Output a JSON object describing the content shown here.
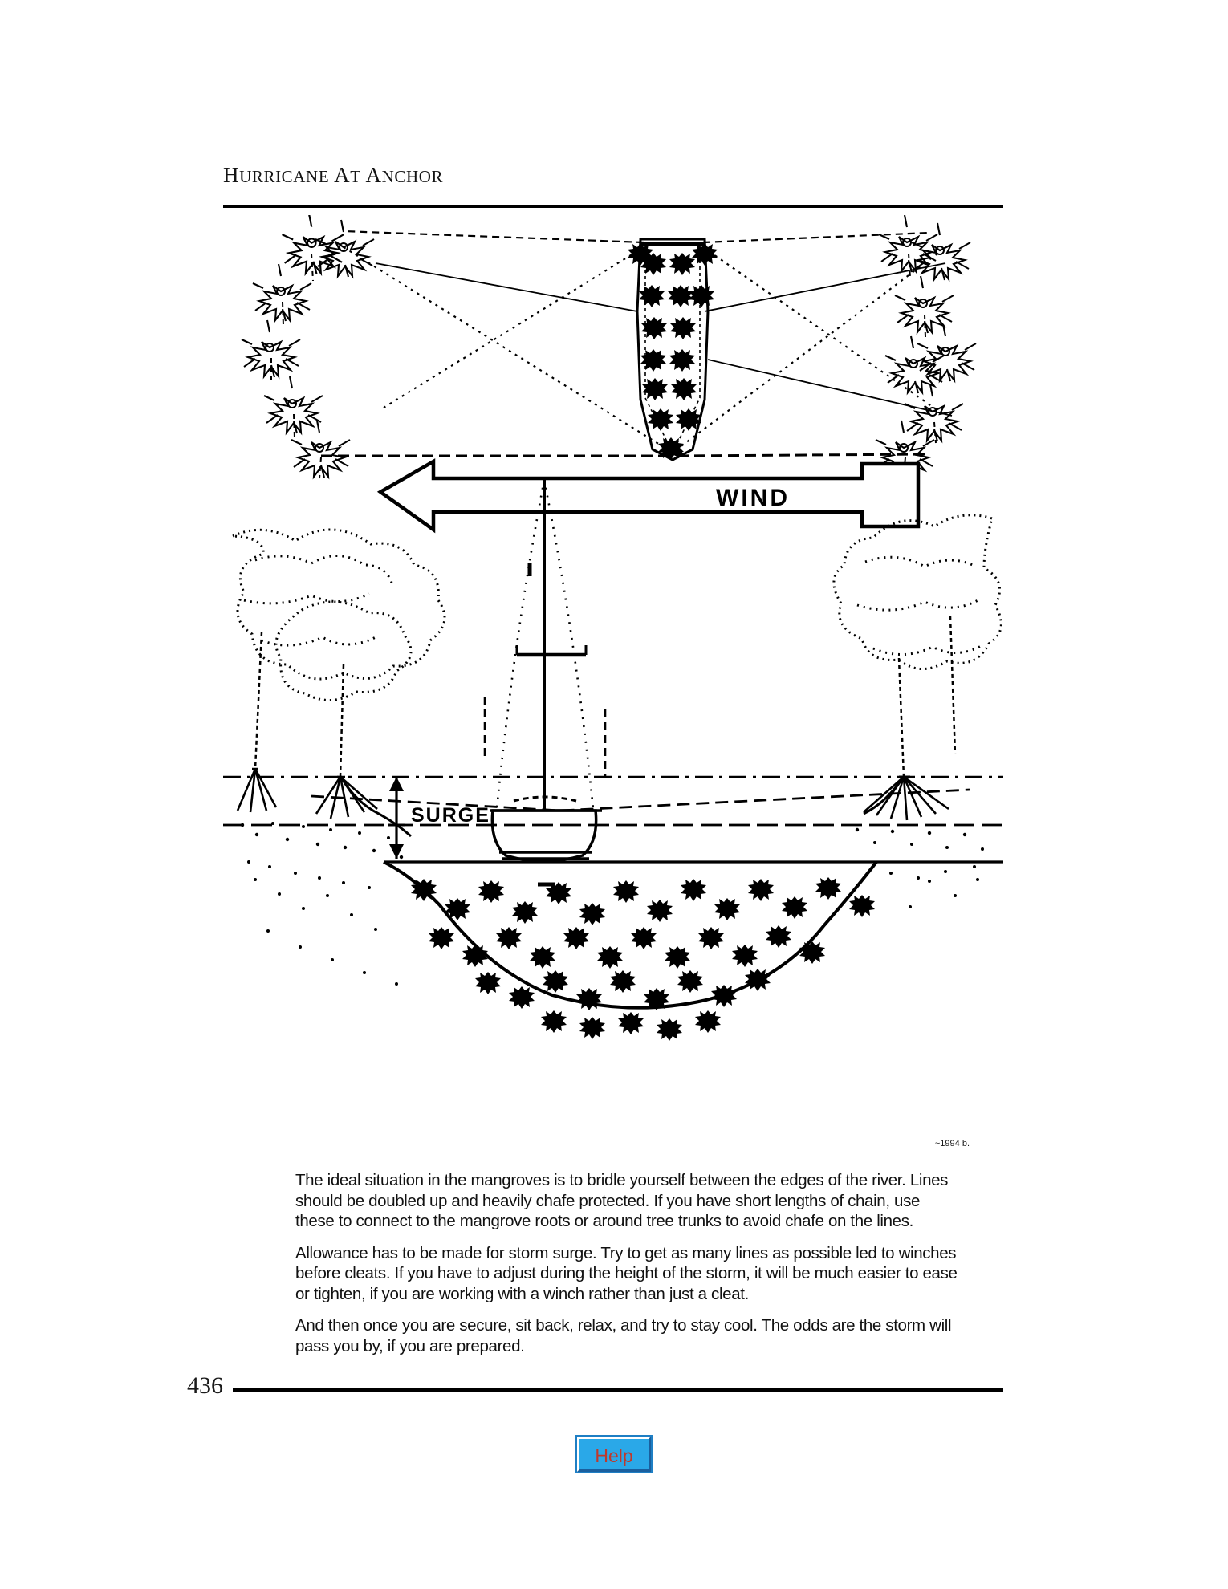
{
  "document": {
    "running_head": "Hurricane at Anchor",
    "running_head_parts": {
      "word1_cap": "H",
      "word1_rest": "URRICANE",
      "word2_cap": "A",
      "word2_rest": "T",
      "word3_cap": "A",
      "word3_rest": "NCHOR",
      "mid": "at"
    },
    "page_number": "436"
  },
  "figure": {
    "caption_labels": {
      "wind": "WIND",
      "surge": "SURGE"
    },
    "artist_mark": "~1994 b.",
    "description": "Line drawing: top panel is an overhead plan view of a boat bridled between mangrove trees on both banks with multiple anchor / shore lines; bottom panel is a side elevation of a sailboat in a mangrove-lined river channel, showing the storm surge height above normal water level.",
    "views": [
      {
        "name": "plan-view",
        "label": "overhead view of boat bridled between mangroves"
      },
      {
        "name": "elevation-view",
        "label": "side view showing surge and riverbed"
      }
    ]
  },
  "body": {
    "paragraphs": [
      "The ideal situation in the mangroves is to bridle yourself between the edges of the river. Lines should be doubled up and heavily chafe protected. If you have short lengths of chain, use these to connect to the mangrove roots or around tree trunks to avoid chafe on the lines.",
      "Allowance has to be made for storm surge. Try to get as many lines as possible led to winches before cleats. If you have to adjust during the height of the storm, it will be much easier to ease or tighten, if you are working with a winch rather than just a cleat.",
      "And then once you are secure, sit back, relax, and try to stay cool. The odds are the storm will pass you by, if you are prepared."
    ]
  },
  "controls": {
    "help_label": "Help"
  },
  "colors": {
    "page_background": "#ffffff",
    "text": "#111111",
    "rule": "#000000",
    "help_button_face": "#2aa8e8",
    "help_button_text": "#c0392b",
    "help_button_highlight": "#ffffff",
    "help_button_shadow": "#1a5f9e"
  }
}
